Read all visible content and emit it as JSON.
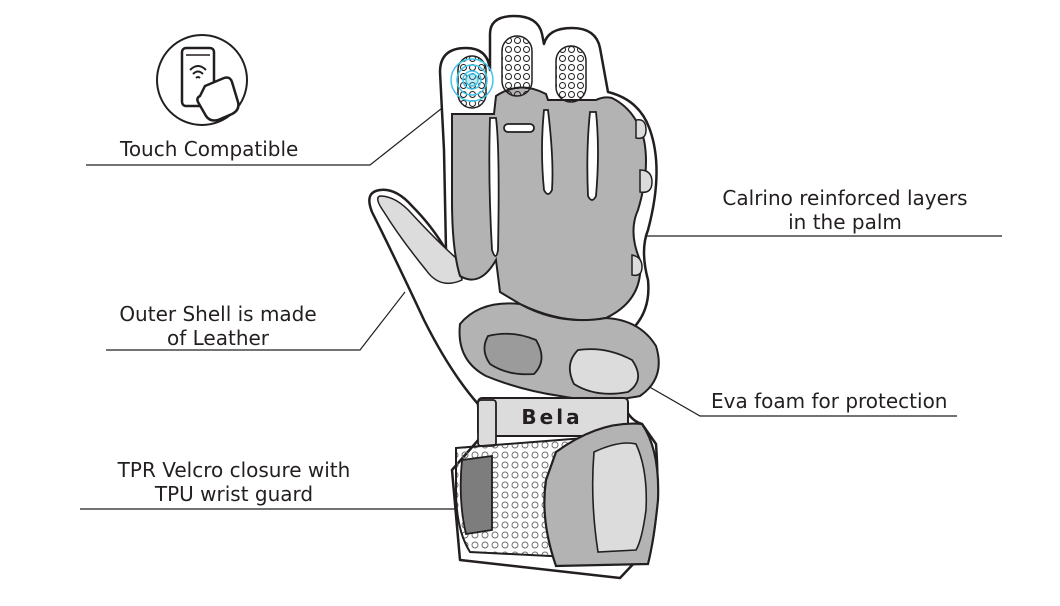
{
  "labels": {
    "touch": "Touch Compatible",
    "calrino": [
      "Calrino reinforced layers",
      "in the palm"
    ],
    "leather": [
      "Outer Shell is made",
      "of Leather"
    ],
    "eva": "Eva foam for protection",
    "tpr": [
      "TPR Velcro closure with",
      "TPU wrist guard"
    ]
  },
  "brand": "Bela",
  "colors": {
    "outline": "#231f20",
    "palm": "#b3b3b3",
    "light": "#dcdcdc",
    "shell": "#ffffff",
    "touch": "#3fc5e8",
    "dark_pad": "#7d7d7d"
  }
}
